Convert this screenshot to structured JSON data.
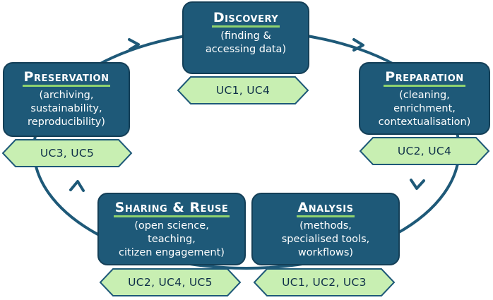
{
  "colors": {
    "box_fill": "#1e5978",
    "box_stroke": "#143f57",
    "tag_fill": "#c8efb2",
    "tag_stroke": "#1e5978",
    "underline": "#8fd36f",
    "cycle_line": "#1e5978"
  },
  "stages": [
    {
      "id": "discovery",
      "title": "Discovery",
      "lines": [
        "(finding &",
        "accessing data)"
      ],
      "use_cases": "UC1, UC4"
    },
    {
      "id": "preparation",
      "title": "Preparation",
      "lines": [
        "(cleaning,",
        "enrichment,",
        "contextualisation)"
      ],
      "use_cases": "UC2, UC4"
    },
    {
      "id": "analysis",
      "title": "Analysis",
      "lines": [
        "(methods,",
        "specialised tools,",
        "workflows)"
      ],
      "use_cases": "UC1, UC2, UC3"
    },
    {
      "id": "sharing-reuse",
      "title": "Sharing & Reuse",
      "lines": [
        "(open science,",
        "teaching,",
        "citizen engagement)"
      ],
      "use_cases": "UC2, UC4, UC5"
    },
    {
      "id": "preservation",
      "title": "Preservation",
      "lines": [
        "(archiving,",
        "sustainability,",
        "reproducibility)"
      ],
      "use_cases": "UC3, UC5"
    }
  ]
}
